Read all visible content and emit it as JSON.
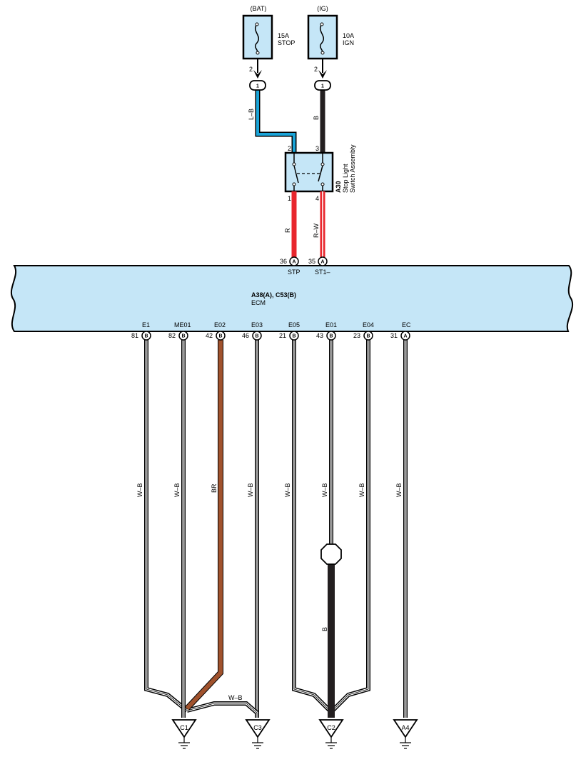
{
  "fuses": [
    {
      "supply": "(BAT)",
      "pin": "2",
      "amp": "15A",
      "name": "STOP"
    },
    {
      "supply": "(IG)",
      "pin": "2",
      "amp": "10A",
      "name": "IGN"
    }
  ],
  "junctions": [
    {
      "number": "1"
    },
    {
      "number": "1"
    }
  ],
  "upper_wires": [
    {
      "color_code": "L–B",
      "color": "#1aa4d8"
    },
    {
      "color_code": "B",
      "color": "#231f20"
    }
  ],
  "switch": {
    "code": "A30",
    "name_line1": "Stop Light",
    "name_line2": "Switch Assembly",
    "pins_top": [
      "2",
      "3"
    ],
    "pins_bottom": [
      "1",
      "4"
    ]
  },
  "switch_wires": [
    {
      "color_code": "R",
      "color": "#e8262d"
    },
    {
      "color_code": "R–W",
      "color": "#e8262d"
    }
  ],
  "ecm": {
    "code": "A38(A), C53(B)",
    "name": "ECM",
    "fill": "#c5e6f7",
    "top_pins": [
      {
        "number": "36",
        "connector": "A",
        "terminal": "STP"
      },
      {
        "number": "35",
        "connector": "A",
        "terminal": "ST1–"
      }
    ],
    "bottom_pins": [
      {
        "number": "81",
        "connector": "B",
        "terminal": "E1",
        "wire": "W–B"
      },
      {
        "number": "82",
        "connector": "B",
        "terminal": "ME01",
        "wire": "W–B"
      },
      {
        "number": "42",
        "connector": "B",
        "terminal": "E02",
        "wire": "BR"
      },
      {
        "number": "46",
        "connector": "B",
        "terminal": "E03",
        "wire": "W–B"
      },
      {
        "number": "21",
        "connector": "B",
        "terminal": "E05",
        "wire": "W–B"
      },
      {
        "number": "43",
        "connector": "B",
        "terminal": "E01",
        "wire": "W–B"
      },
      {
        "number": "23",
        "connector": "B",
        "terminal": "E04",
        "wire": "W–B"
      },
      {
        "number": "31",
        "connector": "A",
        "terminal": "EC",
        "wire": "W–B"
      }
    ]
  },
  "lower_labels": {
    "br_color": "#a0522d",
    "e01_lower_wire": "B",
    "c1_c3_link": "W–B"
  },
  "grounds": [
    "C1",
    "C3",
    "C2",
    "A4"
  ]
}
